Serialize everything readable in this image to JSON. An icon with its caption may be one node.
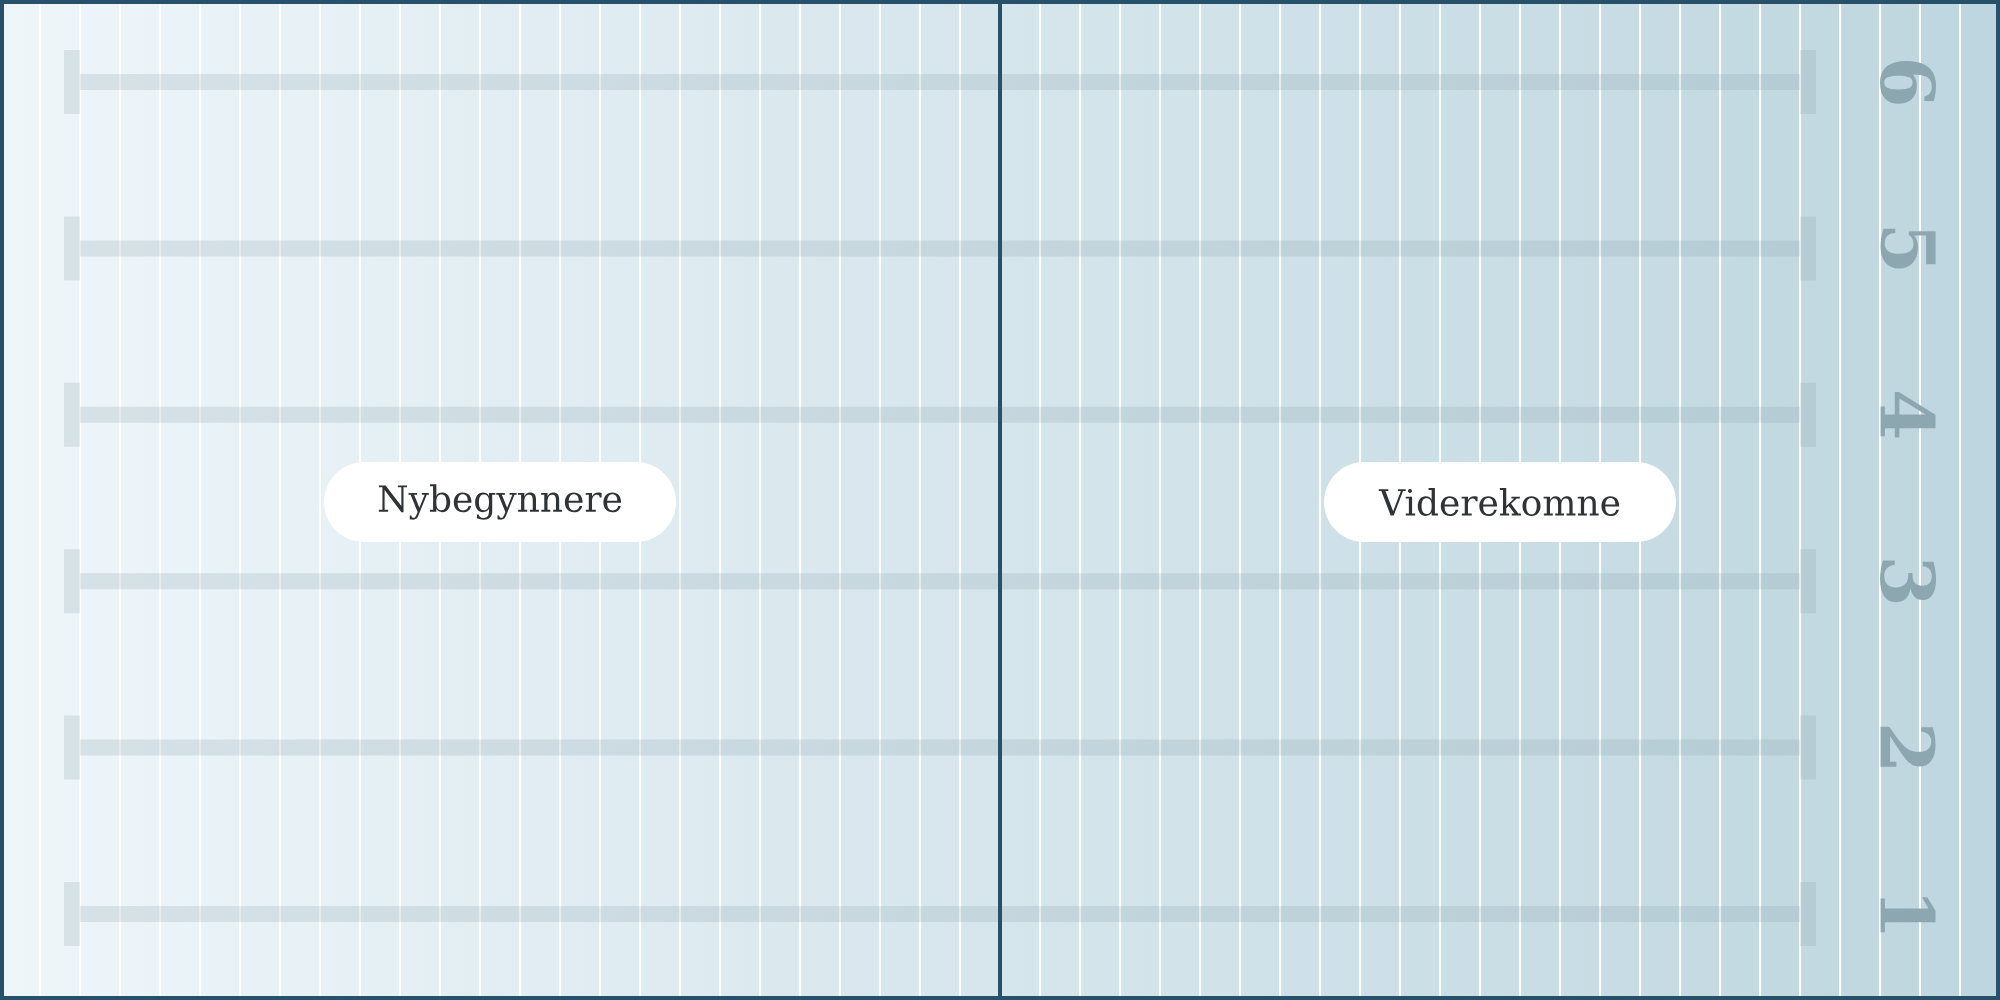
{
  "diagram": {
    "nodes": [
      {
        "text": [
          "Nybegynnere"
        ]
      },
      {
        "text": [
          "Viderekomne"
        ]
      }
    ],
    "labels": [
      "6",
      "5",
      "4",
      "3",
      "2",
      "1"
    ]
  }
}
